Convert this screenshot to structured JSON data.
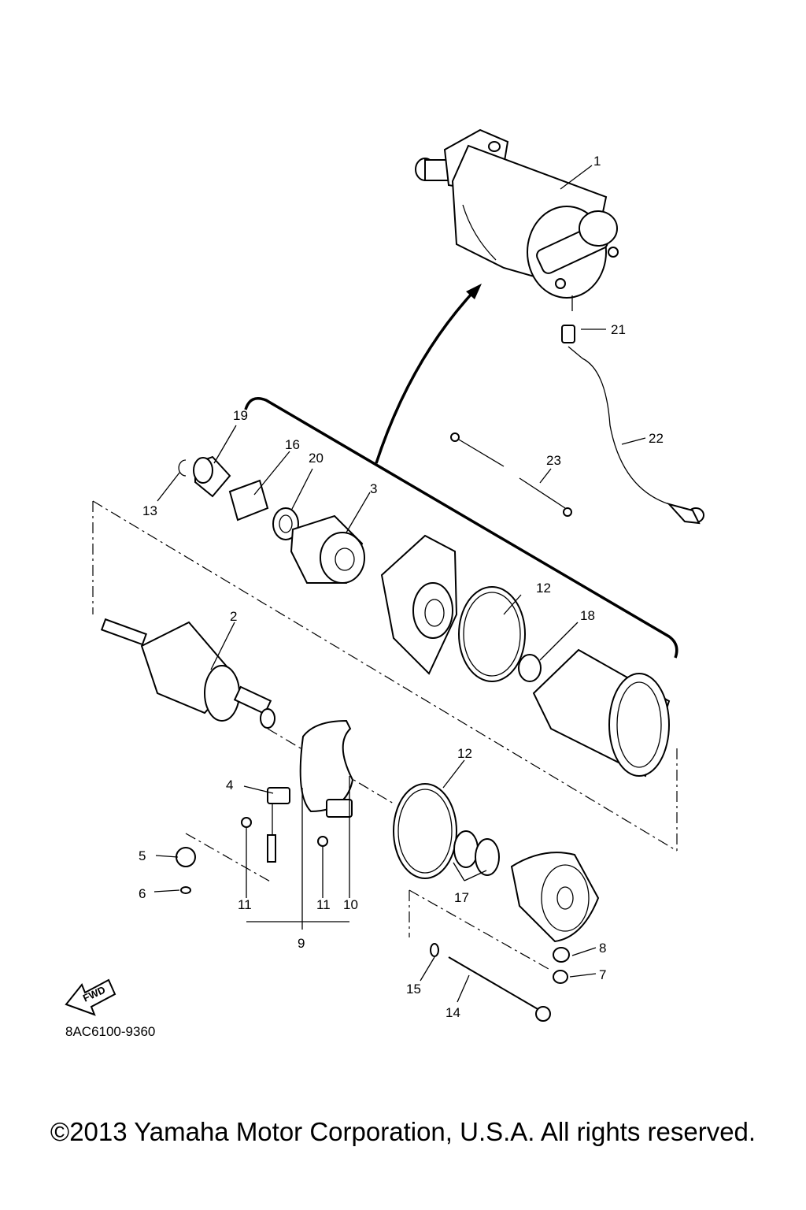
{
  "diagram": {
    "code": "8AC6100-9360",
    "copyright": "©2013 Yamaha Motor Corporation, U.S.A. All rights reserved.",
    "fwd_label": "FWD",
    "callouts": [
      "1",
      "2",
      "3",
      "4",
      "5",
      "6",
      "7",
      "8",
      "9",
      "10",
      "11",
      "11",
      "12",
      "12",
      "13",
      "14",
      "15",
      "16",
      "17",
      "18",
      "19",
      "20",
      "21",
      "22",
      "23"
    ]
  }
}
